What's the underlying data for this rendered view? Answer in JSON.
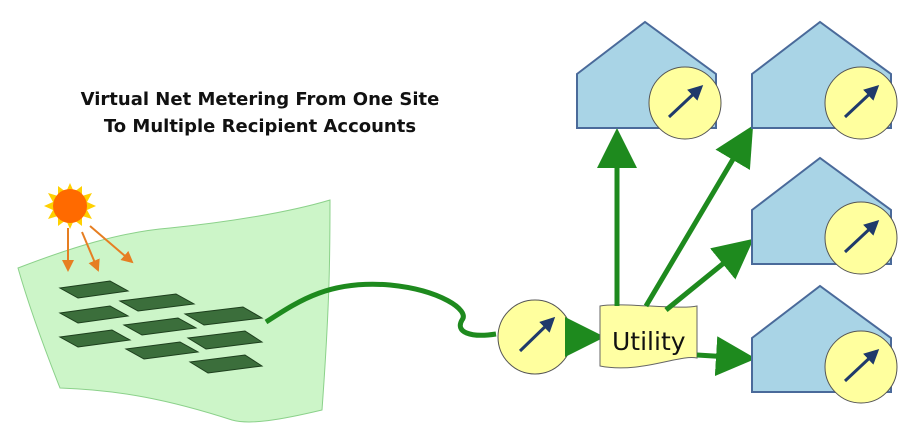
{
  "title": {
    "line1": "Virtual Net Metering From One Site",
    "line2": "To Multiple Recipient Accounts"
  },
  "utility": {
    "label": "Utility"
  },
  "colors": {
    "field": "#ccf5c8",
    "panel": "#3b6e3b",
    "sun": "#ff6a00",
    "sun_ray": "#e67e22",
    "connector": "#1e8a1e",
    "meter": "#ffff9e",
    "house": "#a9d4e6",
    "house_outline": "#4a6a9a",
    "needle": "#1f3a6b"
  },
  "icons": [
    "sun-icon",
    "solar-panel-icon",
    "meter-icon",
    "house-icon",
    "document-icon"
  ]
}
